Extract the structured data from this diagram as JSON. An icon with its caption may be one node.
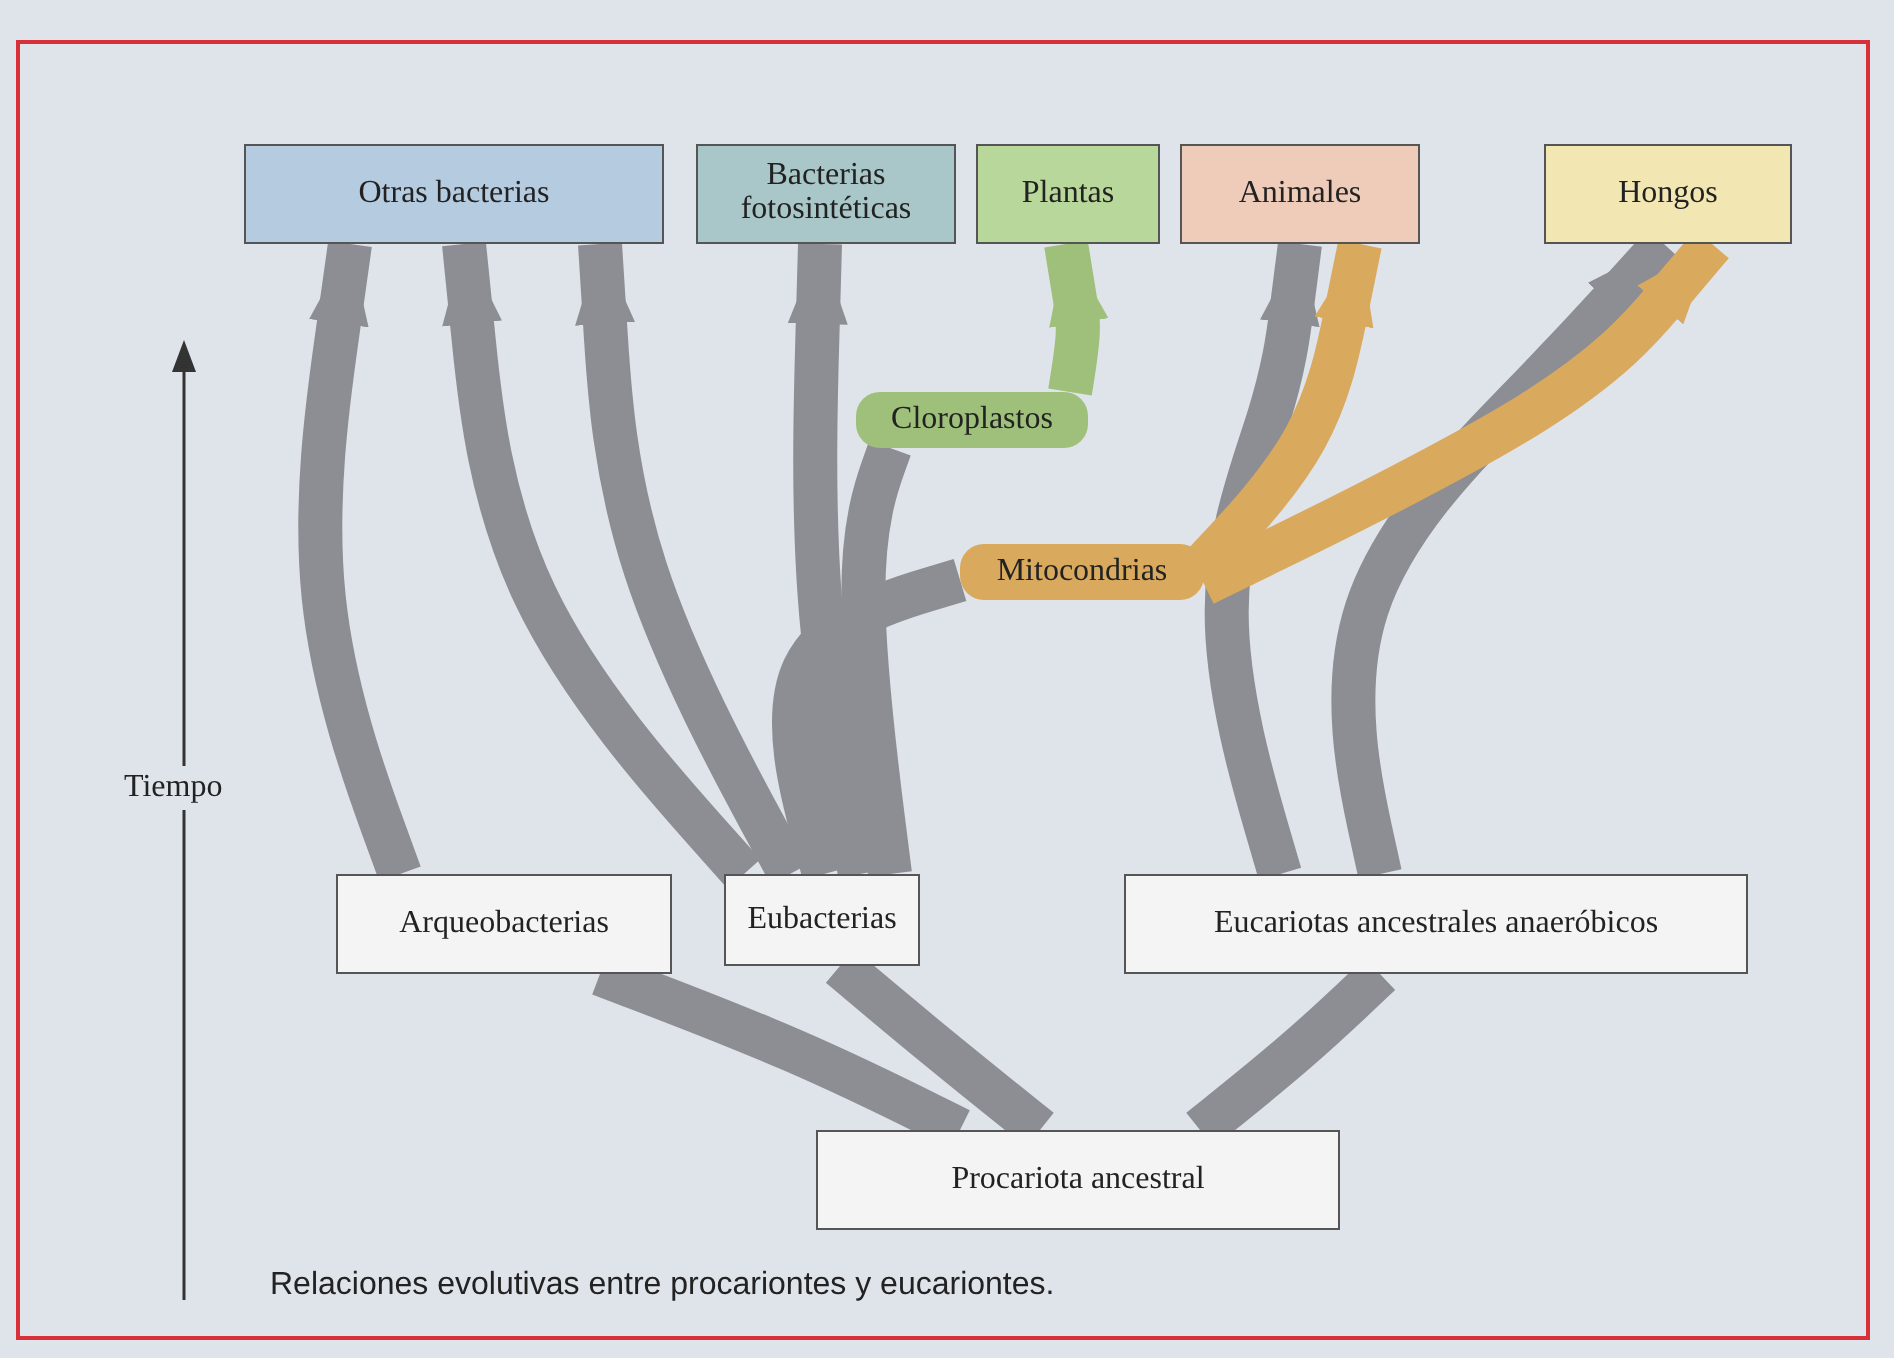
{
  "diagram": {
    "caption": "Relaciones evolutivas entre procariontes y eucariontes.",
    "nodes": [
      {
        "text": [
          "Otras bacterias"
        ]
      },
      {
        "text": [
          "Bacterias fotosintéticas"
        ]
      },
      {
        "text": [
          "Plantas"
        ]
      },
      {
        "text": [
          "Animales"
        ]
      },
      {
        "text": [
          "Hongos"
        ]
      },
      {
        "text": [
          "Cloroplastos"
        ]
      },
      {
        "text": [
          "Mitocondrias"
        ]
      },
      {
        "text": [
          "Arqueobacterias"
        ]
      },
      {
        "text": [
          "Eubacterias"
        ]
      },
      {
        "text": [
          "Eucariotas ancestrales anaeróbicos"
        ]
      },
      {
        "text": [
          "Procariota ancestral"
        ]
      }
    ],
    "edges": [
      {
        "from": 10,
        "to": 7,
        "arrow": "none"
      },
      {
        "from": 10,
        "to": 8,
        "arrow": "none"
      },
      {
        "from": 10,
        "to": 9,
        "arrow": "none"
      },
      {
        "from": 7,
        "to": 0,
        "arrow": "to"
      },
      {
        "from": 8,
        "to": 0,
        "arrow": "to"
      },
      {
        "from": 8,
        "to": 0,
        "arrow": "to"
      },
      {
        "from": 8,
        "to": 1,
        "arrow": "to"
      },
      {
        "from": 8,
        "to": 6,
        "arrow": "none"
      },
      {
        "from": 8,
        "to": 5,
        "arrow": "none"
      },
      {
        "from": 5,
        "to": 2,
        "arrow": "to",
        "color": "#9ec07a"
      },
      {
        "from": 9,
        "to": 3,
        "arrow": "to"
      },
      {
        "from": 9,
        "to": 4,
        "arrow": "to"
      },
      {
        "from": 6,
        "to": 3,
        "arrow": "to",
        "color": "#d9a95e"
      },
      {
        "from": 6,
        "to": 4,
        "arrow": "to",
        "color": "#d9a95e"
      }
    ],
    "labels": [
      "Tiempo"
    ]
  }
}
